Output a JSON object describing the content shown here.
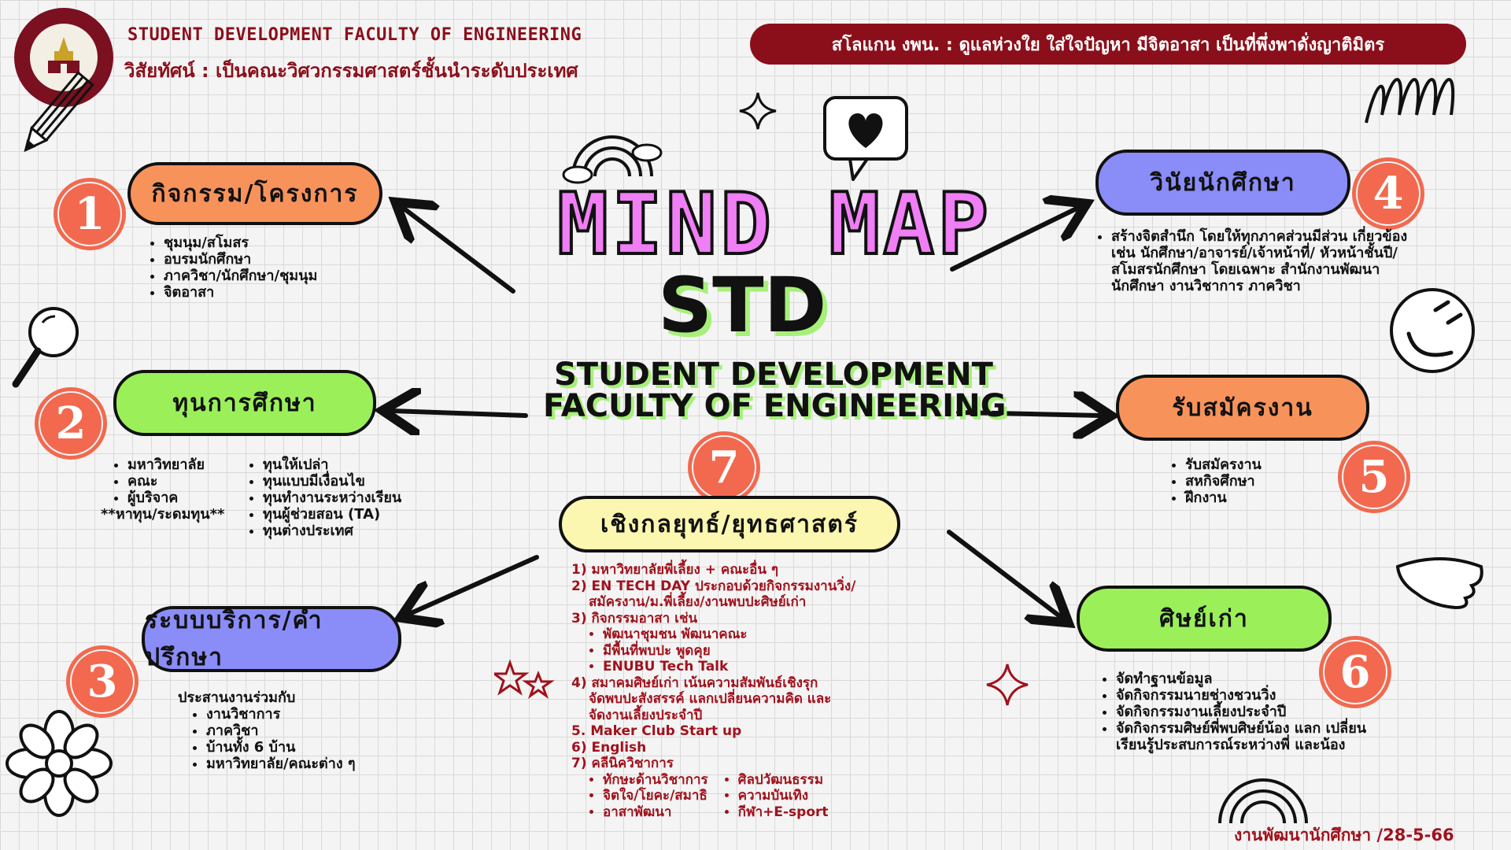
{
  "header": {
    "title": "STUDENT DEVELOPMENT FACULTY OF ENGINEERING",
    "vision": "วิสัยทัศน์ : เป็นคณะวิศวกรรมศาสตร์ชั้นนำระดับประเทศ",
    "slogan": "สโลแกน งพน. : ดูแลห่วงใย ใส่ใจปัญหา มีจิตอาสา เป็นที่พึ่งพาดั่งญาติมิตร"
  },
  "center": {
    "mind_map": "MIND MAP",
    "std": "STD",
    "subtitle_line1": "STUDENT DEVELOPMENT",
    "subtitle_line2": "FACULTY OF ENGINEERING"
  },
  "branches": {
    "b1": {
      "number": "1",
      "label": "กิจกรรม/โครงการ",
      "items": [
        "ชุมนุม/สโมสร",
        "อบรมนักศึกษา",
        "ภาควิชา/นักศึกษา/ชุมนุม",
        "จิตอาสา"
      ]
    },
    "b2": {
      "number": "2",
      "label": "ทุนการศึกษา",
      "left_items": [
        "มหาวิทยาลัย",
        "คณะ",
        "ผู้บริจาค"
      ],
      "left_note": "**หาทุน/ระดมทุน**",
      "right_items": [
        "ทุนให้เปล่า",
        "ทุนแบบมีเงื่อนไข",
        "ทุนทำงานระหว่างเรียน",
        "ทุนผู้ช่วยสอน (TA)",
        "ทุนต่างประเทศ"
      ]
    },
    "b3": {
      "number": "3",
      "label": "ระบบบริการ/คำปรึกษา",
      "intro": "ประสานงานร่วมกับ",
      "items": [
        "งานวิชาการ",
        "ภาควิชา",
        "บ้านทั้ง 6 บ้าน",
        "มหาวิทยาลัย/คณะต่าง ๆ"
      ]
    },
    "b4": {
      "number": "4",
      "label": "วินัยนักศึกษา",
      "items": [
        "สร้างจิตสำนึก โดยให้ทุกภาคส่วนมีส่วน เกี่ยวข้อง เช่น นักศึกษา/อาจารย์/เจ้าหน้าที่/ หัวหน้าชั้นปี/สโมสรนักศึกษา โดยเฉพาะ สำนักงานพัฒนานักศึกษา งานวิชาการ ภาควิชา"
      ]
    },
    "b5": {
      "number": "5",
      "label": "รับสมัครงาน",
      "items": [
        "รับสมัครงาน",
        "สหกิจศึกษา",
        "ฝึกงาน"
      ]
    },
    "b6": {
      "number": "6",
      "label": "ศิษย์เก่า",
      "items": [
        "จัดทำฐานข้อมูล",
        "จัดกิจกรรมนายช่างชวนวิ่ง",
        "จัดกิจกรรมงานเลี้ยงประจำปี",
        "จัดกิจกรรมศิษย์พี่พบศิษย์น้อง แลก เปลี่ยนเรียนรู้ประสบการณ์ระหว่างพี่ และน้อง"
      ]
    },
    "b7": {
      "number": "7",
      "label": "เชิงกลยุทธ์/ยุทธศาสตร์",
      "l1": "1) มหาวิทยาลัยพี่เลี้ยง + คณะอื่น ๆ",
      "l2a": "2) EN TECH DAY ประกอบด้วยกิจกรรมงานวิ่ง/",
      "l2b": "สมัครงาน/ม.พี่เลี้ยง/งานพบปะศิษย์เก่า",
      "l3": "3) กิจกรรมอาสา เช่น",
      "l3_items": [
        "พัฒนาชุมชน พัฒนาคณะ",
        "มีพื้นที่พบปะ พูดคุย",
        "ENUBU Tech Talk"
      ],
      "l4a": "4) สมาคมศิษย์เก่า เน้นความสัมพันธ์เชิงรุก",
      "l4b": "จัดพบปะสังสรรค์ แลกเปลี่ยนความคิด และ",
      "l4c": "จัดงานเลี้ยงประจำปี",
      "l5": "5. Maker Club Start up",
      "l6": "6) English",
      "l7": "7) คลีนิควิชาการ",
      "l7_left": [
        "ทักษะด้านวิชาการ",
        "จิตใจ/โยคะ/สมาธิ",
        "อาสาพัฒนา"
      ],
      "l7_right": [
        "ศิลปวัฒนธรรม",
        "ความบันเทิง",
        "กีฬา+E-sport"
      ]
    }
  },
  "footer": "งานพัฒนานักศึกษา /28-5-66",
  "colors": {
    "accent_red": "#8b0f1a",
    "orange": "#f7935a",
    "green": "#9bf05a",
    "blue": "#8a8cf7",
    "yellow": "#fbf7b0",
    "pink": "#f07ef4",
    "number_circle": "#f2694f"
  },
  "icons": [
    "pencil-icon",
    "magnifier-icon",
    "heart-speech-icon",
    "rainbow-icon",
    "sparkle-icon",
    "smiley-icon",
    "flower-icon",
    "wing-icon",
    "star-icon",
    "loop-scribble-icon",
    "arch-icon",
    "university-logo-icon"
  ]
}
